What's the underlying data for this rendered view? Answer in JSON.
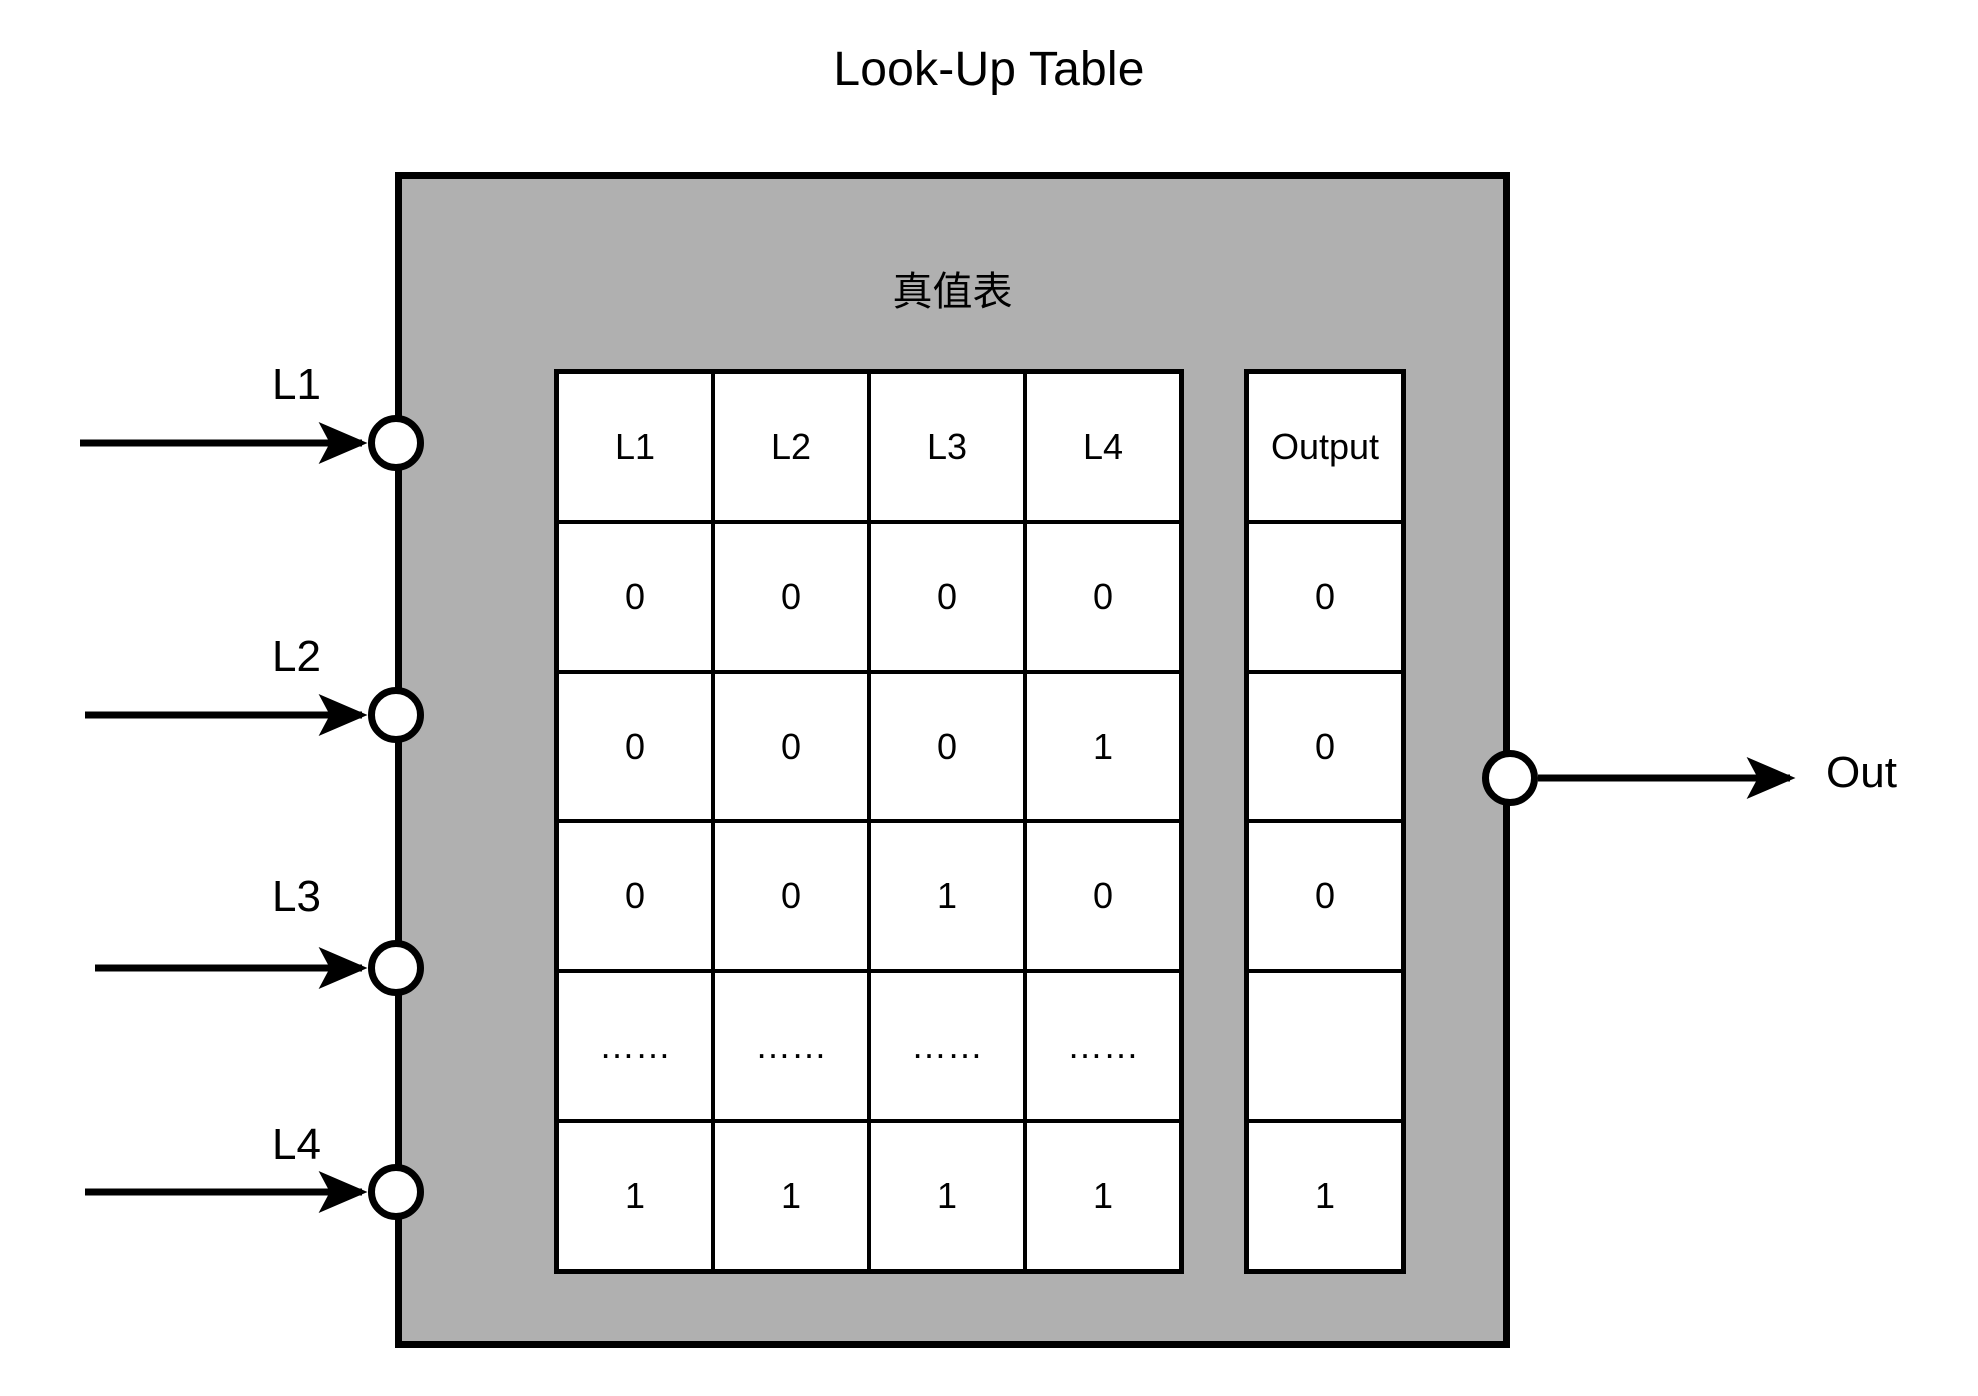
{
  "diagram": {
    "title": "Look-Up Table",
    "block_subtitle": "真值表",
    "block_fill_color": "#b0b0b0",
    "block_border_color": "#000000",
    "wire_color": "#000000",
    "port_fill_color": "#ffffff"
  },
  "inputs": [
    {
      "label": "L1",
      "port_name": "input-port-l1"
    },
    {
      "label": "L2",
      "port_name": "input-port-l2"
    },
    {
      "label": "L3",
      "port_name": "input-port-l3"
    },
    {
      "label": "L4",
      "port_name": "input-port-l4"
    }
  ],
  "output": {
    "label": "Out",
    "port_name": "output-port-out"
  },
  "truth_table": {
    "input_headers": [
      "L1",
      "L2",
      "L3",
      "L4"
    ],
    "output_header": "Output",
    "rows": [
      {
        "inputs": [
          "0",
          "0",
          "0",
          "0"
        ],
        "output": "0"
      },
      {
        "inputs": [
          "0",
          "0",
          "0",
          "1"
        ],
        "output": "0"
      },
      {
        "inputs": [
          "0",
          "0",
          "1",
          "0"
        ],
        "output": "0"
      },
      {
        "inputs": [
          "……",
          "……",
          "……",
          "……"
        ],
        "output": ""
      },
      {
        "inputs": [
          "1",
          "1",
          "1",
          "1"
        ],
        "output": "1"
      }
    ]
  }
}
